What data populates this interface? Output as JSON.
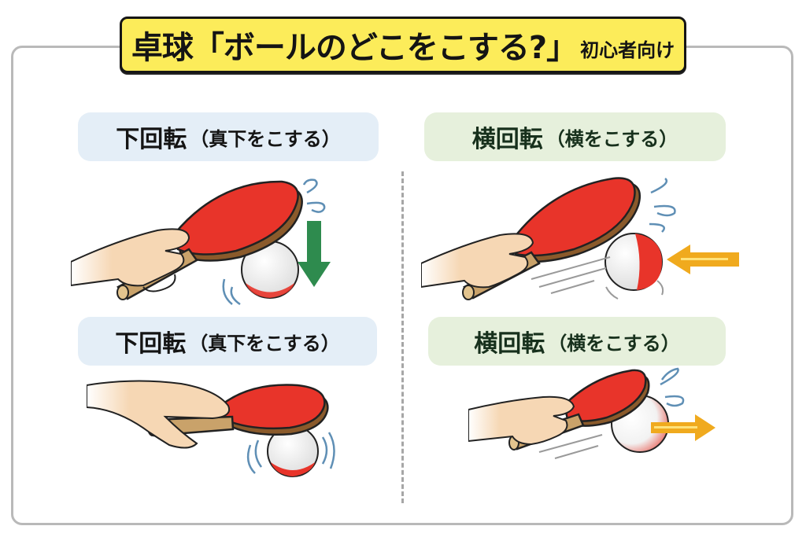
{
  "title": {
    "main": "卓球「ボールのどこをこする?」",
    "sub": "初心者向け"
  },
  "panels": [
    {
      "id": "top-left",
      "label_main": "下回転",
      "label_paren": "（真下をこする）",
      "spin": "backspin",
      "arrow": "down",
      "arrow_color": "#2e8b4e"
    },
    {
      "id": "top-right",
      "label_main": "横回転",
      "label_paren": "（横をこする）",
      "spin": "sidespin",
      "arrow": "left",
      "arrow_color": "#f0aa1e"
    },
    {
      "id": "bottom-left",
      "label_main": "下回転",
      "label_paren": "（真下をこする）",
      "spin": "backspin",
      "arrow": "none",
      "arrow_color": ""
    },
    {
      "id": "bottom-right",
      "label_main": "横回転",
      "label_paren": "（横をこする）",
      "spin": "sidespin",
      "arrow": "right",
      "arrow_color": "#f0aa1e"
    }
  ],
  "colors": {
    "title_bg": "#fcec5a",
    "backspin_label_bg": "#e4eef7",
    "sidespin_label_bg": "#e6f0dc",
    "paddle_rubber": "#e8342a",
    "paddle_wood": "#c9a26a",
    "frame_border": "#b9b9b9"
  },
  "icons": [
    "paddle-hand-icon",
    "ball-icon",
    "down-arrow-icon",
    "left-arrow-icon",
    "right-arrow-icon",
    "motion-lines-icon"
  ]
}
